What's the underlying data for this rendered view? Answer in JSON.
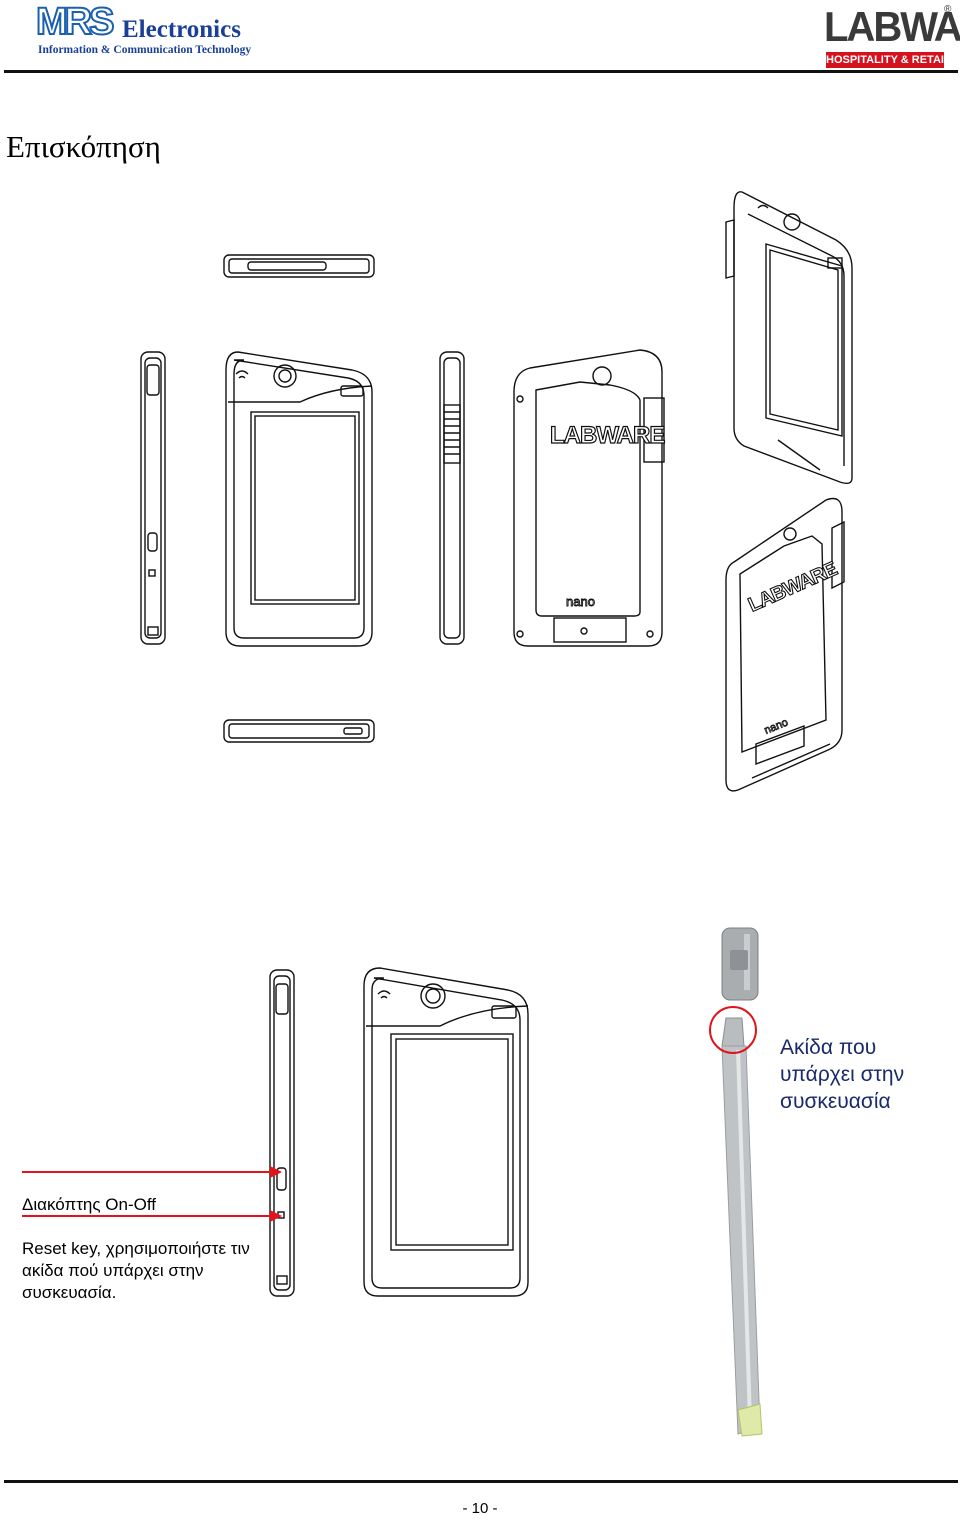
{
  "header": {
    "left_logo": {
      "main": "MRS",
      "word": "Electronics",
      "tagline": "Information & Communication Technology"
    },
    "right_logo": {
      "word": "LABWARE",
      "mark": "®",
      "tagline": "HOSPITALITY & RETAIL"
    }
  },
  "page": {
    "title": "Επισκόπηση",
    "number": "- 10 -"
  },
  "figures": {
    "device_back_brand": "LABWARE",
    "device_back_model": "nano"
  },
  "annotations": {
    "stylus": "Ακίδα που υπάρχει στην συσκευασία",
    "power_switch": "Διακόπτης On-Off",
    "reset_key": "Reset key, χρησιμοποιήστε τιν ακίδα πού υπάρχει στην συσκευασία."
  },
  "colors": {
    "arrow": "#e0141b",
    "callout_circle": "#e0141b",
    "logo_blue": "#1a3f99",
    "logo_red": "#d4121e"
  }
}
